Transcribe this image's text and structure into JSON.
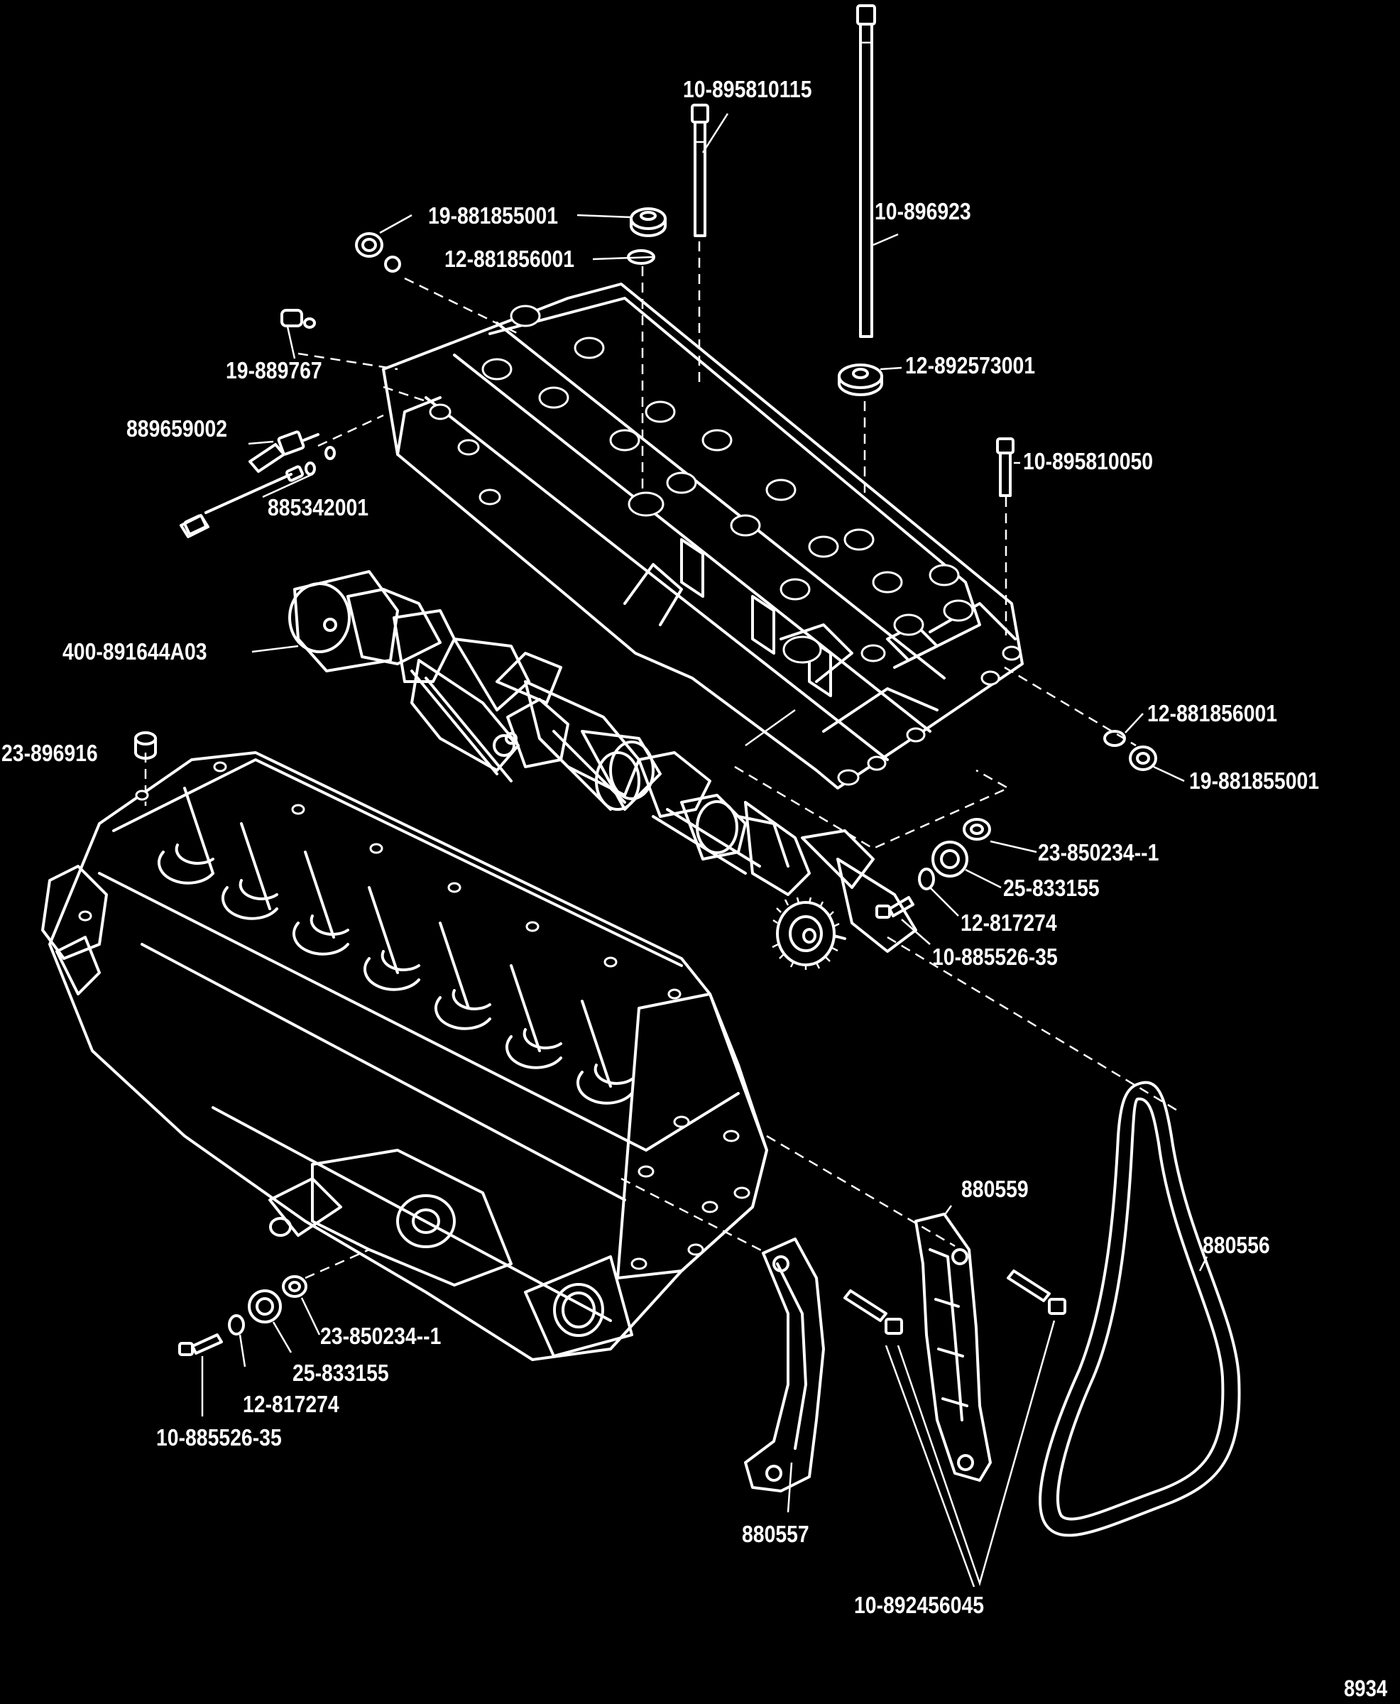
{
  "diagram": {
    "colors": {
      "background": "#000000",
      "line": "#ffffff"
    },
    "parts": {
      "bolt_long_top": "10-895810115",
      "cap_top_left": "19-881855001",
      "oring_top_left": "12-881856001",
      "stud_long": "10-896923",
      "washer_top": "12-892573001",
      "plug_left": "19-889767",
      "sensor": "889659002",
      "sensor_connector": "885342001",
      "bolt_short_right": "10-895810050",
      "crankshaft": "400-891644A03",
      "oring_right": "12-881856001",
      "cap_right": "19-881855001",
      "dowel": "23-896916",
      "plug_right": "23-850234--1",
      "seal_right": "25-833155",
      "washer_right": "12-817274",
      "bolt_right": "10-885526-35",
      "guide_upper": "880559",
      "chain": "880556",
      "plug_lower": "23-850234--1",
      "seal_lower": "25-833155",
      "washer_lower": "12-817274",
      "bolt_lower": "10-885526-35",
      "guide_lower": "880557",
      "guide_bolts": "10-892456045"
    },
    "figure_number": "8934"
  }
}
